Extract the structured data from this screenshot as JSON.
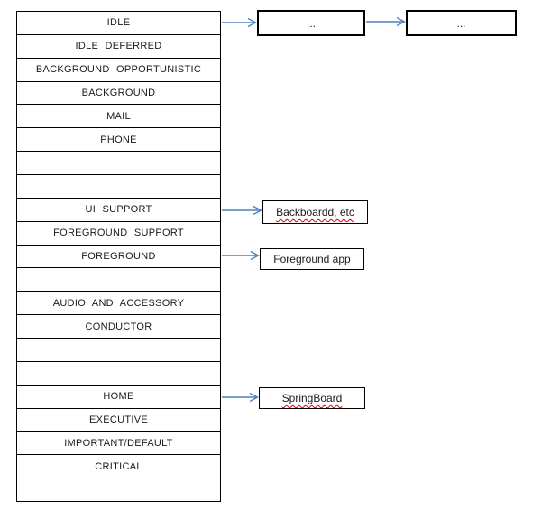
{
  "diagram": {
    "band_table": {
      "rows": [
        "IDLE",
        "IDLE DEFERRED",
        "BACKGROUND OPPORTUNISTIC",
        "BACKGROUND",
        "MAIL",
        "PHONE",
        "",
        "",
        "UI SUPPORT",
        "FOREGROUND SUPPORT",
        "FOREGROUND",
        "",
        "AUDIO AND ACCESSORY",
        "CONDUCTOR",
        "",
        "",
        "HOME",
        "EXECUTIVE",
        "IMPORTANT/DEFAULT",
        "CRITICAL",
        ""
      ]
    },
    "callouts": {
      "ellipsis_1": {
        "label": "...",
        "spellcheck": false
      },
      "ellipsis_2": {
        "label": "...",
        "spellcheck": false
      },
      "ui_support_target": {
        "label": "Backboardd, etc",
        "spellcheck": true
      },
      "foreground_target": {
        "label": "Foreground app",
        "spellcheck": false
      },
      "home_target": {
        "label": "SpringBoard",
        "spellcheck": true
      }
    },
    "colors": {
      "arrow": "#4f81bd",
      "box_border": "#000000",
      "spellcheck_underline": "#e00000"
    }
  }
}
